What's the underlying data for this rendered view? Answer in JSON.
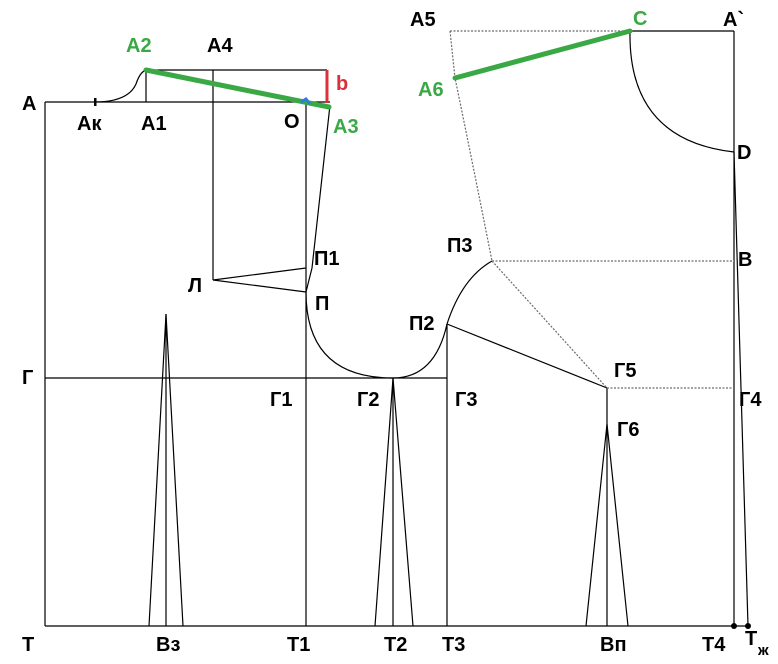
{
  "labels": {
    "A": "А",
    "Ak": "Ак",
    "A1": "А1",
    "A2": "А2",
    "A3": "А3",
    "A4": "А4",
    "O": "О",
    "b": "b",
    "A5": "А5",
    "A6": "А6",
    "C": "С",
    "Aprime": "А`",
    "D": "D",
    "B": "В",
    "P1": "П1",
    "P": "П",
    "L": "Л",
    "P3": "П3",
    "P2": "П2",
    "G": "Г",
    "G1": "Г1",
    "G2": "Г2",
    "G3": "Г3",
    "G4": "Г4",
    "G5": "Г5",
    "G6": "Г6",
    "T": "Т",
    "Vz": "Вз",
    "T1": "Т1",
    "T2": "Т2",
    "T3": "Т3",
    "Vp": "Вп",
    "T4": "Т4",
    "Tzh_main": "Т",
    "Tzh_sub": "ж"
  },
  "colors": {
    "line": "#000000",
    "dotted": "#6b6b6b",
    "green": "#3aa845",
    "red": "#d9303a",
    "blue": "#2f7fd8"
  }
}
